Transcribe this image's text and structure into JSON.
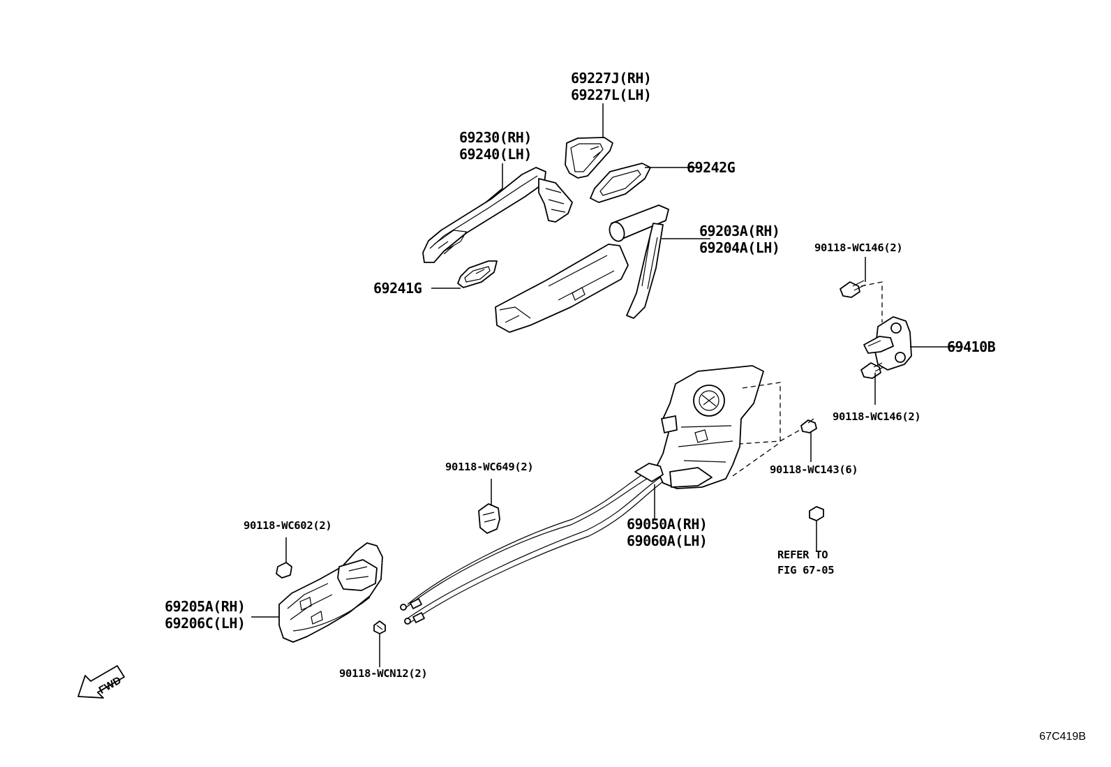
{
  "figure_id": "67C419B",
  "fwd_label": "FWD",
  "labels": {
    "p69227J": "69227J(RH)",
    "p69227L": "69227L(LH)",
    "p69230": "69230(RH)",
    "p69240": "69240(LH)",
    "p69242G": "69242G",
    "p69203A": "69203A(RH)",
    "p69204A": "69204A(LH)",
    "p69241G": "69241G",
    "p90118_wc146_top": "90118-WC146(2)",
    "p69410B": "69410B",
    "p90118_wc146_bottom": "90118-WC146(2)",
    "p90118_wc649": "90118-WC649(2)",
    "p90118_wc143": "90118-WC143(6)",
    "p69050A": "69050A(RH)",
    "p69060A": "69060A(LH)",
    "p90118_wc602": "90118-WC602(2)",
    "refer_line1": "REFER TO",
    "refer_line2": "FIG 67-05",
    "p69205A": "69205A(RH)",
    "p69206C": "69206C(LH)",
    "p90118_wcn12": "90118-WCN12(2)"
  }
}
